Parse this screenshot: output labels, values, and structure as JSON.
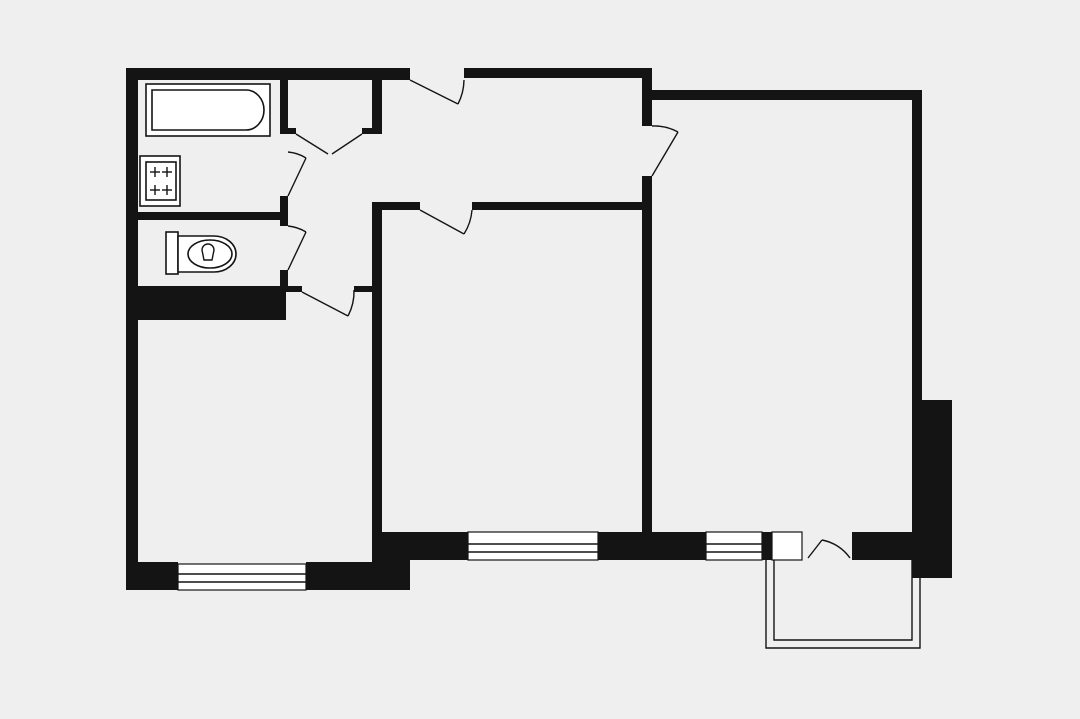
{
  "colors": {
    "background": "#efefef",
    "wall": "#141414",
    "fixture_fill": "#ffffff"
  },
  "plan": {
    "rooms": [
      {
        "id": "room-left",
        "kind": "room"
      },
      {
        "id": "room-middle",
        "kind": "room"
      },
      {
        "id": "room-right",
        "kind": "room"
      },
      {
        "id": "hallway",
        "kind": "hall"
      },
      {
        "id": "bathroom",
        "kind": "bath"
      },
      {
        "id": "toilet",
        "kind": "wc"
      },
      {
        "id": "closet",
        "kind": "storage"
      },
      {
        "id": "balcony",
        "kind": "balcony"
      }
    ],
    "fixtures": [
      "bathtub-icon",
      "sink-icon",
      "toilet-icon"
    ],
    "doors": 8,
    "windows": 3
  }
}
